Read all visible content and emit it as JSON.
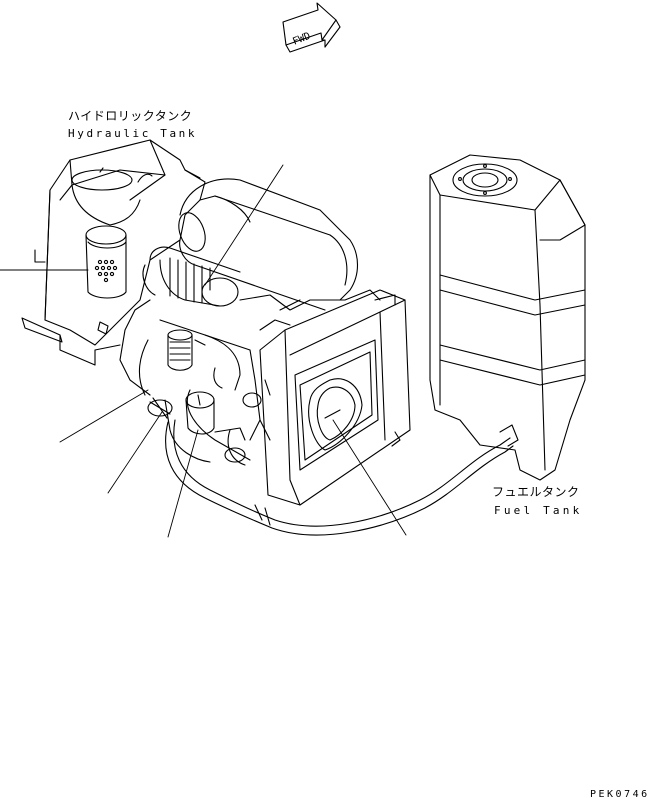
{
  "direction_marker": {
    "text": "FWD"
  },
  "labels": {
    "hydraulic_tank_jp": "ハイドロリックタンク",
    "hydraulic_tank_en": "Hydraulic Tank",
    "fuel_tank_jp": "フュエルタンク",
    "fuel_tank_en": "Fuel Tank"
  },
  "drawing_code": "PEK0746",
  "colors": {
    "line": "#000000",
    "background": "#ffffff"
  }
}
